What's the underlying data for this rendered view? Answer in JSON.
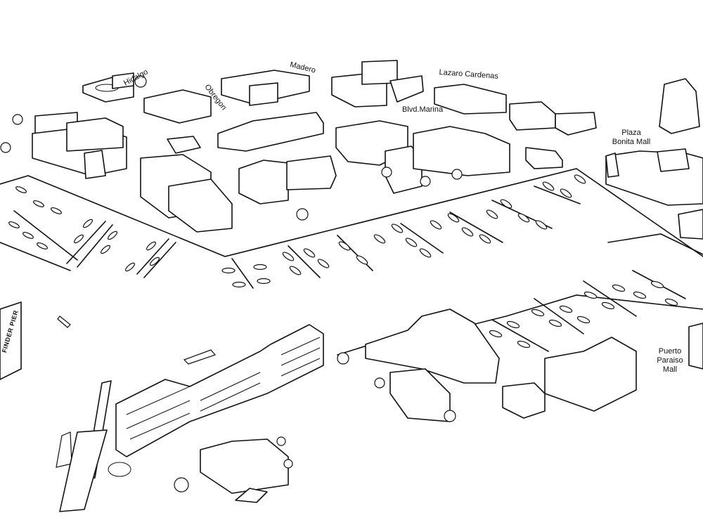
{
  "map": {
    "streets": {
      "hidalgo": "Hidalgo",
      "obregon": "Obregon",
      "madero": "Madero",
      "lazaro_cardenas": "Lazaro Cardenas",
      "blvd_marina": "Blvd.Marina"
    },
    "places": {
      "plaza_bonita_line1": "Plaza",
      "plaza_bonita_line2": "Bonita Mall",
      "puerto_paraiso_line1": "Puerto",
      "puerto_paraiso_line2": "Paraiso",
      "puerto_paraiso_line3": "Mall",
      "pier": "FINDER PIER"
    },
    "style": {
      "ink": "#111111",
      "paper": "#ffffff"
    }
  }
}
